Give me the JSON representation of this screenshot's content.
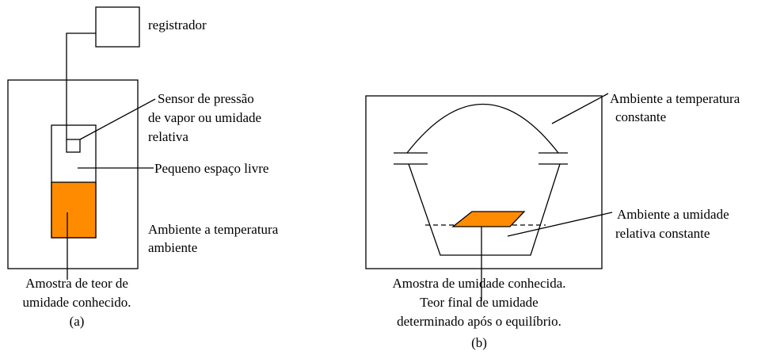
{
  "figure_a": {
    "recorder_label": "registrador",
    "sensor_label": [
      "Sensor de pressão",
      "de vapor ou umidade",
      "relativa"
    ],
    "headspace_label": "Pequeno espaço livre",
    "environment_label": [
      "Ambiente a temperatura",
      "ambiente"
    ],
    "sample_caption": [
      "Amostra de teor de",
      "umidade conhecido."
    ],
    "panel_label": "(a)"
  },
  "figure_b": {
    "environment_temp_label": [
      "Ambiente a temperatura",
      "constante"
    ],
    "environment_humidity_label": [
      "Ambiente a umidade",
      "relativa constante"
    ],
    "sample_caption": [
      "Amostra de umidade conhecida.",
      "Teor final de umidade",
      "determinado após o equilíbrio."
    ],
    "panel_label": "(b)"
  },
  "colors": {
    "sample_fill": "#FF8C00",
    "line": "#000000",
    "background": "#FFFFFF"
  }
}
